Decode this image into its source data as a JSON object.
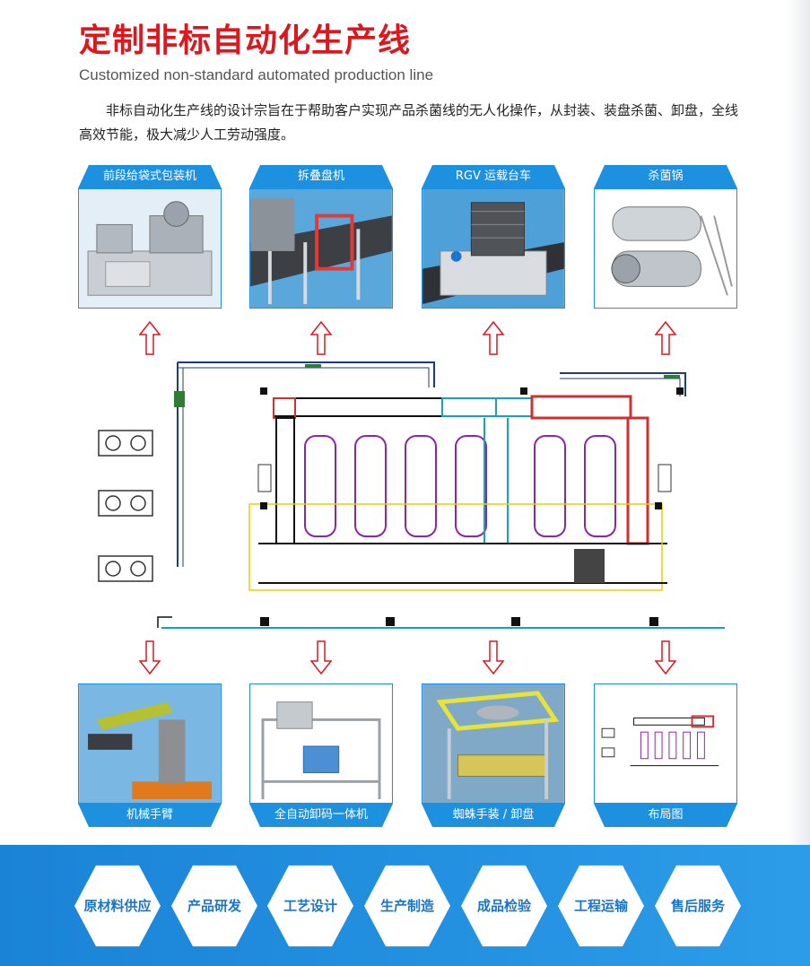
{
  "header": {
    "title": "定制非标自动化生产线",
    "subtitle": "Customized non-standard automated production line",
    "intro": "非标自动化生产线的设计宗旨在于帮助客户实现产品杀菌线的无人化操作，从封装、装盘杀菌、卸盘，全线高效节能，极大减少人工劳动强度。"
  },
  "top_cards": [
    {
      "label": "前段给袋式包装机",
      "icon": "packaging-machine"
    },
    {
      "label": "拆叠盘机",
      "icon": "tray-stacker"
    },
    {
      "label": "RGV 运载台车",
      "icon": "rgv-cart"
    },
    {
      "label": "杀菌锅",
      "icon": "sterilizer"
    }
  ],
  "bottom_cards": [
    {
      "label": "机械手臂",
      "icon": "robot-arm"
    },
    {
      "label": "全自动卸码一体机",
      "icon": "unloading-machine"
    },
    {
      "label": "蜘蛛手装 / 卸盘",
      "icon": "spider-hand"
    },
    {
      "label": "布局图",
      "icon": "layout-diagram"
    }
  ],
  "services": [
    {
      "line1": "原材料",
      "line2": "供应"
    },
    {
      "line1": "产品",
      "line2": "研发"
    },
    {
      "line1": "工艺",
      "line2": "设计"
    },
    {
      "line1": "生产",
      "line2": "制造"
    },
    {
      "line1": "成品",
      "line2": "检验"
    },
    {
      "line1": "工程",
      "line2": "运输"
    },
    {
      "line1": "售后",
      "line2": "服务"
    }
  ],
  "colors": {
    "title_red": "#e0161d",
    "label_blue": "#1e90e0",
    "footer_blue": "#1a83d6",
    "arrow_red": "#e0161d"
  }
}
